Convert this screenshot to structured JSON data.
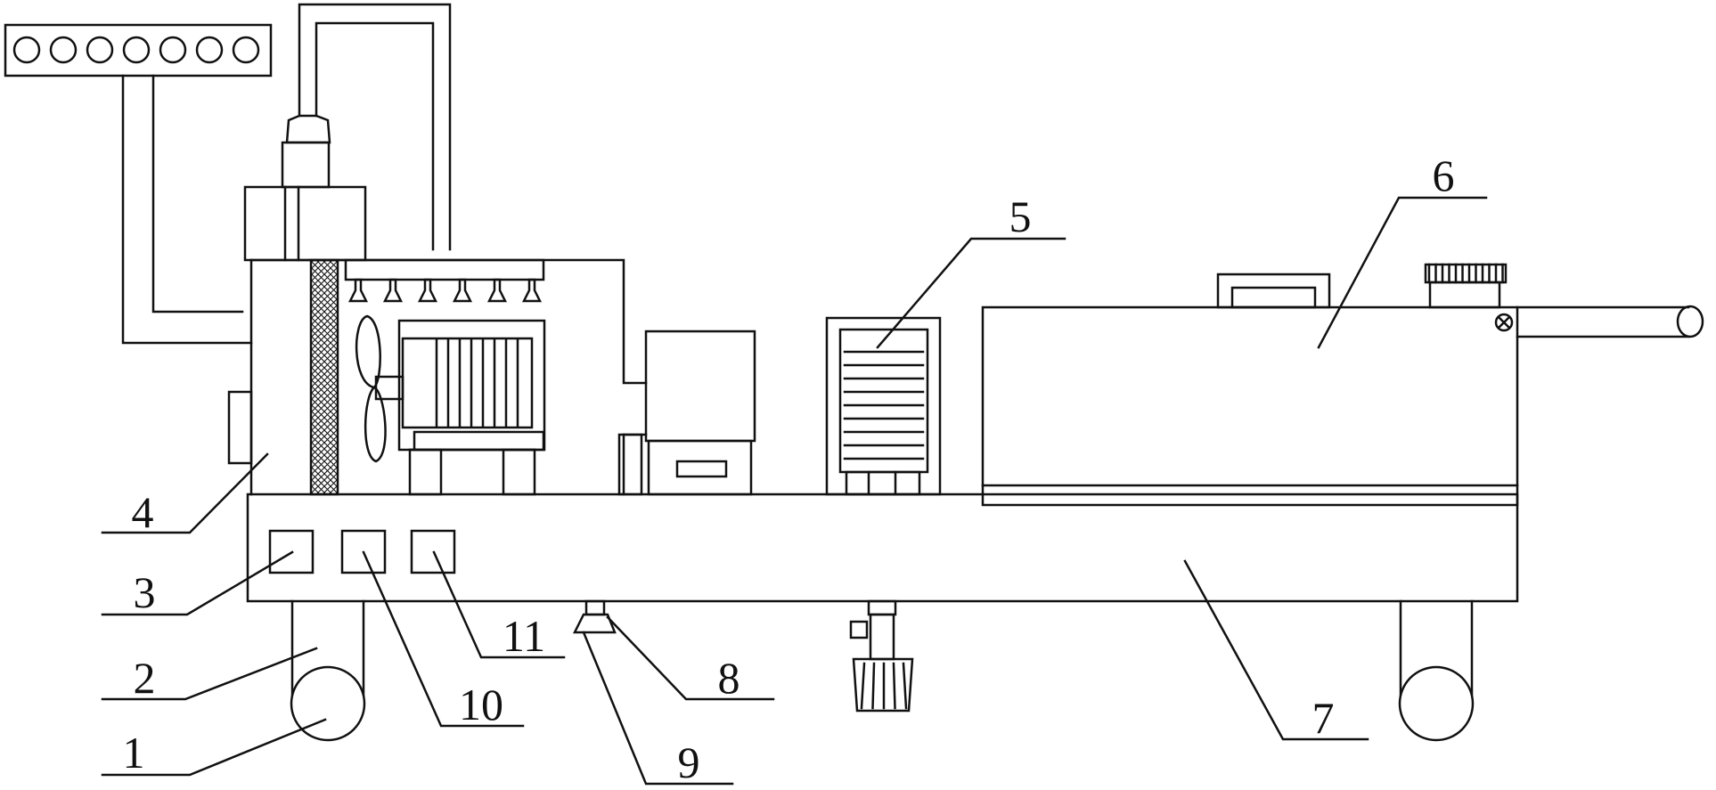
{
  "diagram": {
    "labels": {
      "l1": "1",
      "l2": "2",
      "l3": "3",
      "l4": "4",
      "l5": "5",
      "l6": "6",
      "l7": "7",
      "l8": "8",
      "l9": "9",
      "l10": "10",
      "l11": "11"
    },
    "colors": {
      "line": "#111111",
      "background": "#ffffff"
    },
    "nozzle_count": 6,
    "top_bar_hole_count": 7
  }
}
